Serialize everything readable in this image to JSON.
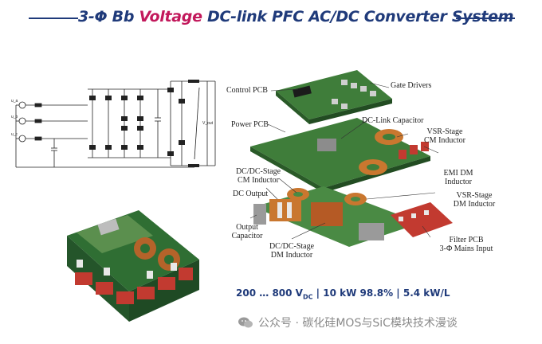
{
  "title": {
    "pre": "3-Φ Bb ",
    "highlight": "Voltage",
    "post": " DC-link PFC AC/DC Converter System"
  },
  "schematic": {
    "labels": [
      "u_a",
      "u_b",
      "u_c",
      "V_out"
    ]
  },
  "exploded_view": {
    "labels": {
      "control_pcb": "Control PCB",
      "gate_drivers": "Gate Drivers",
      "power_pcb": "Power PCB",
      "dc_link_capacitor": "DC-Link Capacitor",
      "vsr_cm_inductor_1": "VSR-Stage",
      "vsr_cm_inductor_2": "CM Inductor",
      "emi_dm_1": "EMI DM",
      "emi_dm_2": "Inductor",
      "dcdc_cm_1": "DC/DC-Stage",
      "dcdc_cm_2": "CM Inductor",
      "dc_output": "DC Output",
      "vsr_dm_1": "VSR-Stage",
      "vsr_dm_2": "DM Inductor",
      "output_cap_1": "Output",
      "output_cap_2": "Capacitor",
      "filter_pcb": "Filter PCB",
      "mains_input": "3-Φ Mains Input",
      "dcdc_dm_1": "DC/DC-Stage",
      "dcdc_dm_2": "DM Inductor"
    }
  },
  "specs": {
    "v_low": "200",
    "ellipsis": "…",
    "v_high": "800 V",
    "v_sub": "DC",
    "sep1": " | ",
    "power": "10 kW 98.8%",
    "sep2": " | ",
    "density": "5.4 kW/L"
  },
  "watermark": {
    "text": "公众号 · 碳化硅MOS与SiC模块技术漫谈",
    "icon": "wechat-icon"
  },
  "colors": {
    "title": "#1f3a7a",
    "highlight": "#c2185b",
    "pcb_green": "#3f7d3a",
    "inductor_orange": "#c9772f",
    "filter_red": "#c23a30"
  }
}
